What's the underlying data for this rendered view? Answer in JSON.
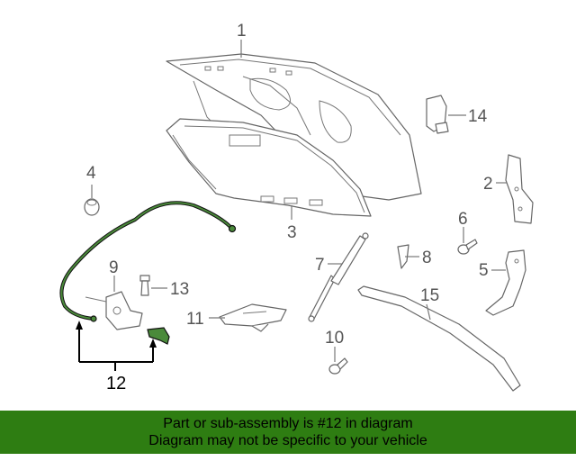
{
  "callouts": {
    "c1": "1",
    "c2": "2",
    "c3": "3",
    "c4": "4",
    "c5": "5",
    "c6": "6",
    "c7": "7",
    "c8": "8",
    "c9": "9",
    "c10": "10",
    "c11": "11",
    "c12": "12",
    "c13": "13",
    "c14": "14",
    "c15": "15"
  },
  "banner": {
    "line1": "Part or sub-assembly is #12 in diagram",
    "line2": "Diagram may not be specific to your vehicle"
  },
  "colors": {
    "banner_bg": "#2e7d12",
    "highlight_part": "#4a8a3a"
  }
}
